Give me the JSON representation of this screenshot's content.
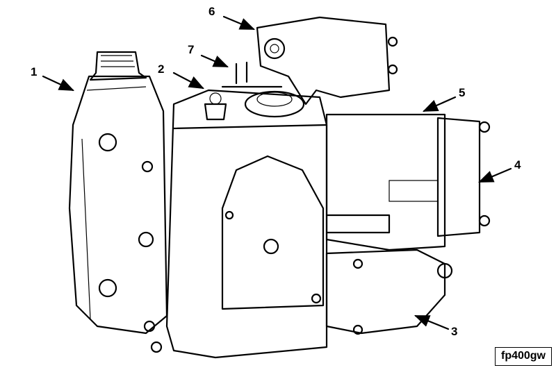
{
  "figure_id": "fp400gw",
  "callouts": [
    "1",
    "2",
    "3",
    "4",
    "5",
    "6",
    "7"
  ]
}
